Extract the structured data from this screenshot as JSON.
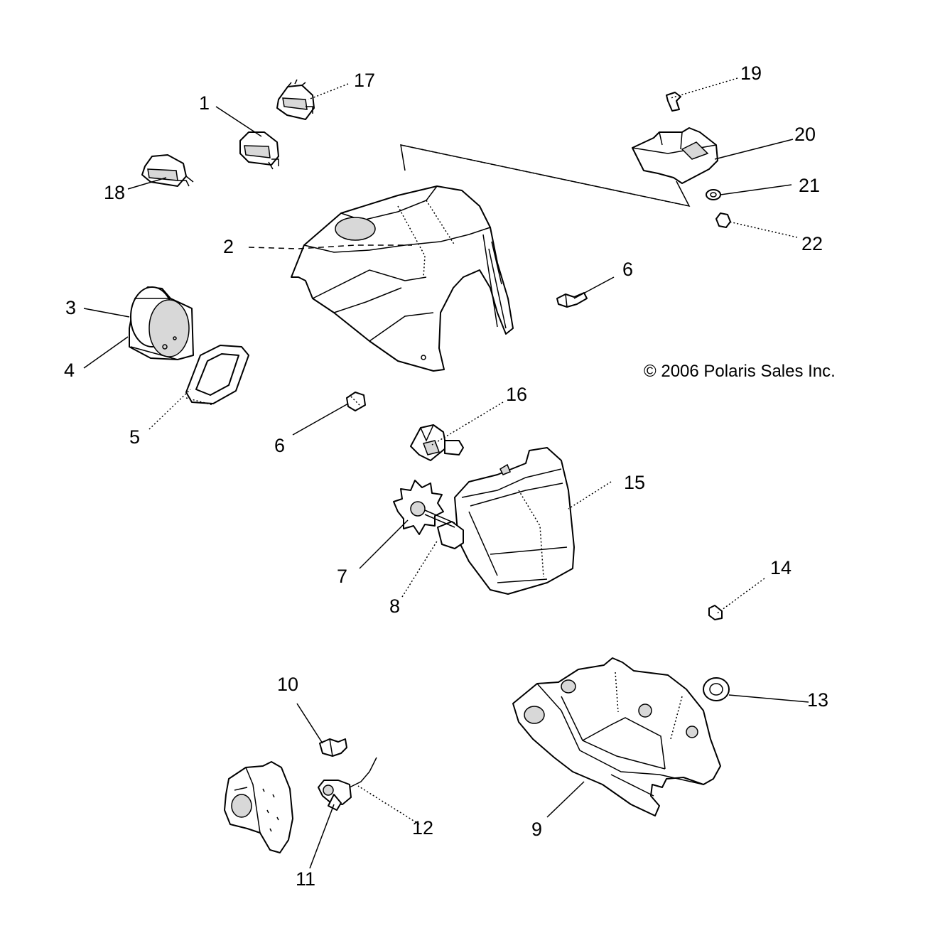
{
  "copyright": "© 2006 Polaris Sales Inc.",
  "callouts": {
    "c1": "1",
    "c2": "2",
    "c3": "3",
    "c4": "4",
    "c5": "5",
    "c6a": "6",
    "c6b": "6",
    "c7": "7",
    "c8": "8",
    "c9": "9",
    "c10": "10",
    "c11": "11",
    "c12": "12",
    "c13": "13",
    "c14": "14",
    "c15": "15",
    "c16": "16",
    "c17": "17",
    "c18": "18",
    "c19": "19",
    "c20": "20",
    "c21": "21",
    "c22": "22"
  }
}
